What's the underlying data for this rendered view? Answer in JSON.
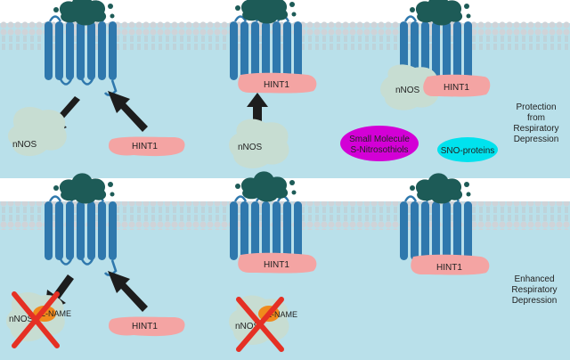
{
  "labels": {
    "nnos": "nNOS",
    "hint1": "HINT1",
    "l_name": "L-NAME",
    "small_molecule_line1": "Small Molecule",
    "small_molecule_line2": "S-Nitrosothiols",
    "sno_proteins": "SNO-proteins",
    "protection_line1": "Protection",
    "protection_line2": "from",
    "protection_line3": "Respiratory",
    "protection_line4": "Depression",
    "enhanced_line1": "Enhanced",
    "enhanced_line2": "Respiratory",
    "enhanced_line3": "Depression"
  },
  "colors": {
    "background": "#b9e0ea",
    "receptor": "#2f78ad",
    "ligand": "#1d5b57",
    "membrane_head": "#cfd3d8",
    "membrane_tail": "#c2c6cb",
    "nnos": "#c7ddd2",
    "hint1": "#f4a4a3",
    "small_molecule": "#d300d6",
    "sno_proteins": "#00e2ee",
    "l_name_dot": "#f08a1c",
    "cross": "#e53024",
    "arrow": "#1d1d1d"
  }
}
